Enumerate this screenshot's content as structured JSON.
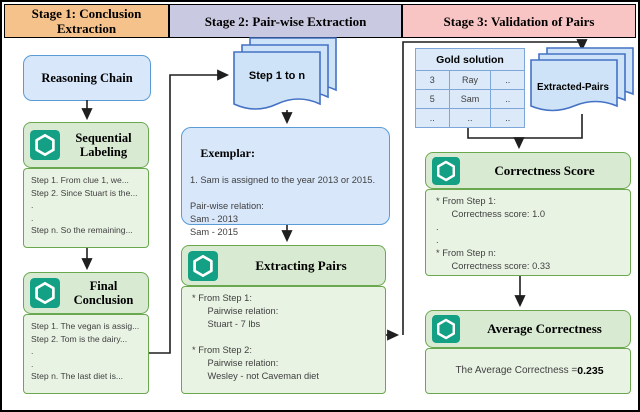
{
  "stage1": {
    "header": "Stage 1: Conclusion Extraction",
    "reasoning_chain_label": "Reasoning Chain",
    "sequential_labeling": {
      "title": "Sequential Labeling",
      "lines": [
        "Step 1. From clue 1, we...",
        "Step 2. Since Stuart is the...",
        ".",
        ".",
        "Step n. So the remaining..."
      ]
    },
    "final_conclusion": {
      "title": "Final Conclusion",
      "lines": [
        "Step 1. The vegan is assig...",
        "Step 2. Tom is the dairy...",
        ".",
        ".",
        "Step n. The last diet is..."
      ]
    }
  },
  "stage2": {
    "header": "Stage 2: Pair-wise Extraction",
    "steps_doc_label": "Step 1 to n",
    "exemplar": {
      "title": "Exemplar:",
      "lines": [
        "1. Sam is assigned to the year 2013 or 2015.",
        "",
        "Pair-wise relation:",
        "Sam - 2013",
        "Sam - 2015"
      ]
    },
    "extracting_pairs": {
      "title": "Extracting Pairs",
      "lines": [
        "* From Step 1:",
        "      Pairwise relation:",
        "      Stuart - 7 lbs",
        "",
        "* From Step 2:",
        "      Pairwise relation:",
        "      Wesley - not Caveman diet"
      ]
    }
  },
  "stage3": {
    "header": "Stage 3: Validation of Pairs",
    "gold_table": {
      "title": "Gold solution",
      "rows": [
        [
          "3",
          "Ray",
          ".."
        ],
        [
          "5",
          "Sam",
          ".."
        ],
        [
          "..",
          "..",
          ".."
        ]
      ]
    },
    "extracted_pairs_label": "Extracted-Pairs",
    "correctness_score": {
      "title": "Correctness Score",
      "lines": [
        "* From Step 1:",
        "      Correctness score: 1.0",
        ".",
        ".",
        "* From Step n:",
        "      Correctness score: 0.33"
      ]
    },
    "average_correctness": {
      "title": "Average Correctness",
      "text": "The Average Correctness = ",
      "value": "0.235"
    }
  },
  "colors": {
    "stage1_header_bg": "#f6c28c",
    "stage2_header_bg": "#c9c9e1",
    "stage3_header_bg": "#f9c5c4",
    "green_box_border": "#6aa84f",
    "green_box_fill": "#d9ead3",
    "blue_box_border": "#5b9bd5",
    "blue_box_fill": "#d8e7fa",
    "doc_border": "#4472c4",
    "openai_teal": "#14a085",
    "line_color": "#1f1f1f"
  },
  "icons": {
    "openai_logo": "openai-logo-icon"
  }
}
